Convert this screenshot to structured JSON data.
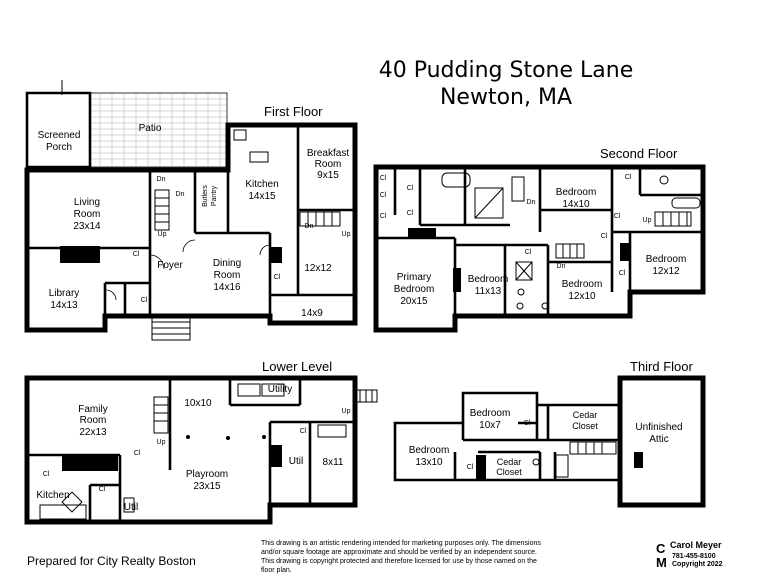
{
  "address": {
    "line1": "40 Pudding Stone Lane",
    "line2": "Newton, MA"
  },
  "floors": {
    "first": {
      "title": "First Floor",
      "rooms": {
        "screened_porch_1": "Screened",
        "screened_porch_2": "Porch",
        "patio": "Patio",
        "living_room_name": "Living",
        "living_room_name2": "Room",
        "living_room_size": "23x14",
        "library_name": "Library",
        "library_size": "14x13",
        "foyer": "Foyer",
        "dining_name": "Dining",
        "dining_name2": "Room",
        "dining_size": "14x16",
        "kitchen_name": "Kitchen",
        "kitchen_size": "14x15",
        "breakfast_name": "Breakfast",
        "breakfast_name2": "Room",
        "breakfast_size": "9x15",
        "butlers_1": "Butlers",
        "butlers_2": "Pantry",
        "room_12x12": "12x12",
        "room_14x9": "14x9"
      }
    },
    "second": {
      "title": "Second Floor",
      "rooms": {
        "primary_name": "Primary",
        "primary_name2": "Bedroom",
        "primary_size": "20x15",
        "bed_a_name": "Bedroom",
        "bed_a_size": "11x13",
        "bed_b_name": "Bedroom",
        "bed_b_size": "12x10",
        "bed_c_name": "Bedroom",
        "bed_c_size": "14x10",
        "bed_d_name": "Bedroom",
        "bed_d_size": "12x12"
      }
    },
    "lower": {
      "title": "Lower Level",
      "rooms": {
        "family_name": "Family",
        "family_name2": "Room",
        "family_size": "22x13",
        "utility": "Utility",
        "room_10x10": "10x10",
        "play_name": "Playroom",
        "play_size": "23x15",
        "util_a": "Util",
        "util_b": "Util",
        "room_8x11": "8x11",
        "kitchen": "Kitchen"
      }
    },
    "third": {
      "title": "Third Floor",
      "rooms": {
        "bed_a_name": "Bedroom",
        "bed_a_size": "10x7",
        "bed_b_name": "Bedroom",
        "bed_b_size": "13x10",
        "cedar_closet_1": "Cedar",
        "cedar_closet_2": "Closet",
        "cedar_closet_b1": "Cedar",
        "cedar_closet_b2": "Closet",
        "attic_1": "Unfinished",
        "attic_2": "Attic"
      }
    }
  },
  "labels": {
    "closet": "Cl",
    "dn": "Dn",
    "up": "Up"
  },
  "footer": {
    "prepared": "Prepared for City Realty Boston",
    "disclaimer": [
      "This drawing is an artistic rendering intended for marketing purposes only.  The dimensions",
      "and/or square footage are approximate and should be verified by an independent source.",
      "This drawing is copyright protected and therefore licensed for use by those named on the",
      "floor plan."
    ],
    "logo_name": "Carol Meyer",
    "logo_phone": "781-455-8100",
    "logo_copyright": "Copyright 2022",
    "logo_initials": [
      "C",
      "M"
    ]
  }
}
